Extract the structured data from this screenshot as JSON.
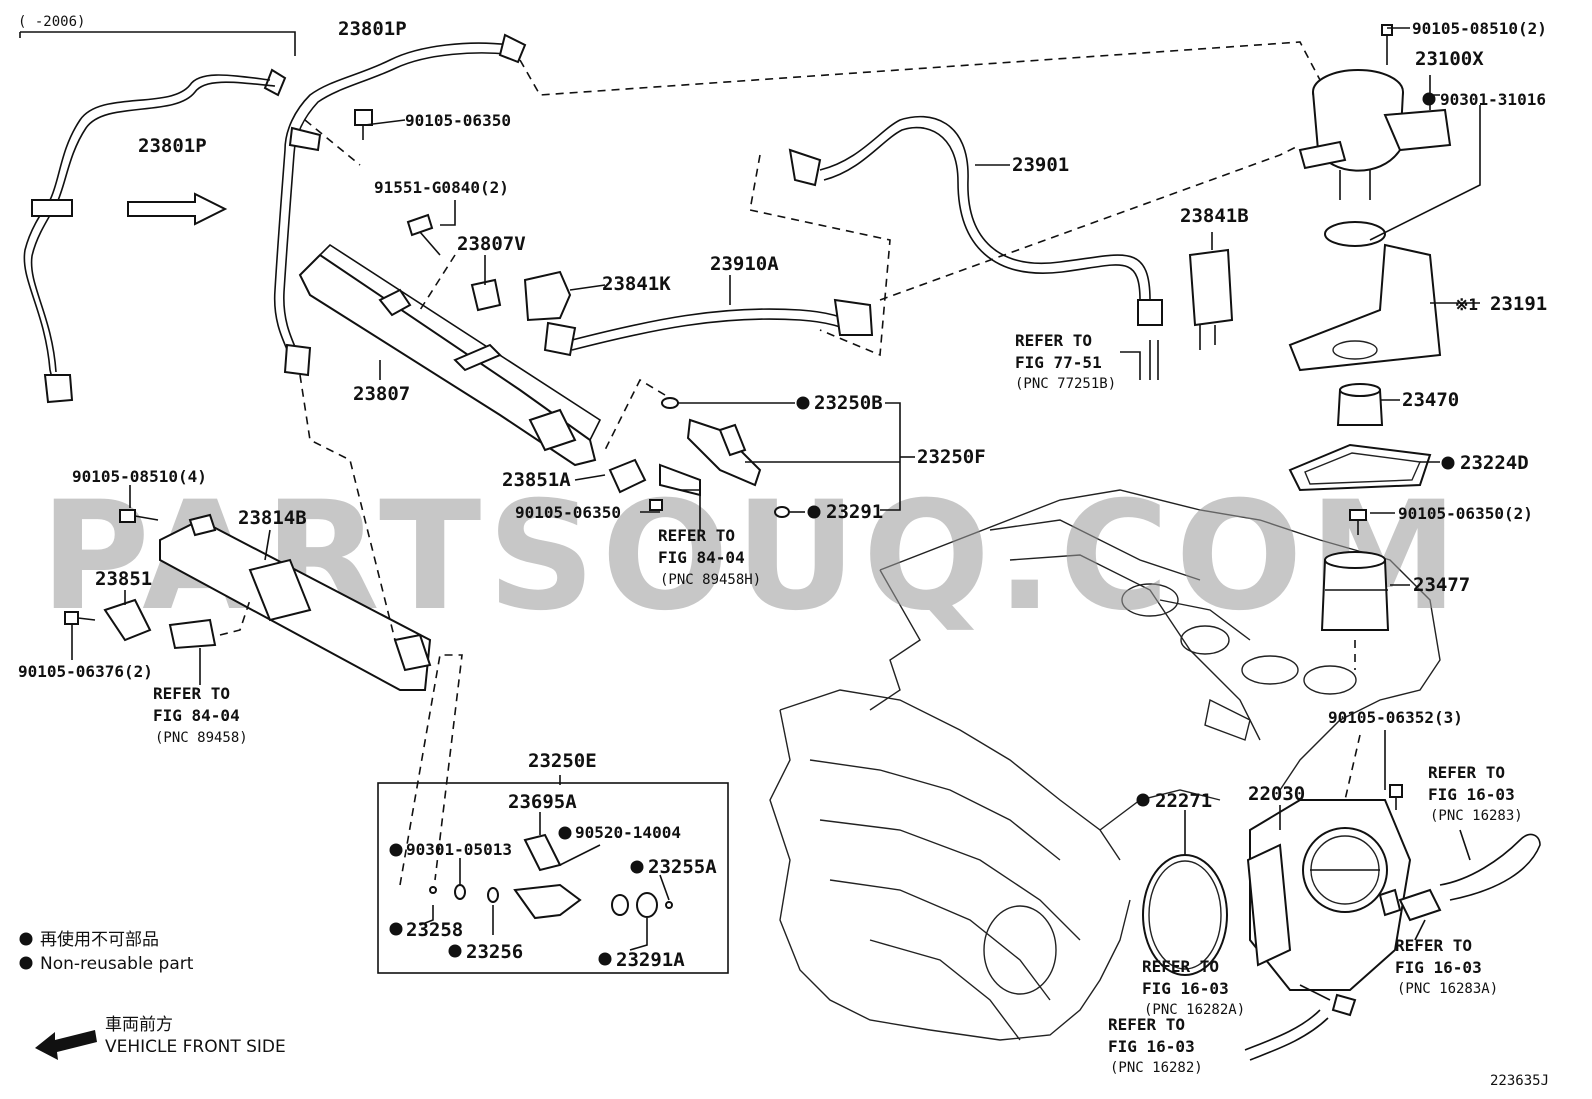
{
  "watermark": "PARTSOUQ.COM",
  "figure_id": "223635J",
  "date_range": "(     -2006)",
  "parts": {
    "p23801P_a": "23801P",
    "p23801P_b": "23801P",
    "p90105_06350_top": "90105-06350",
    "p91551": "91551-G0840(2)",
    "p23807V": "23807V",
    "p23807": "23807",
    "p23841K": "23841K",
    "p23910A": "23910A",
    "p23901": "23901",
    "p90105_08510_2": "90105-08510(2)",
    "p23100X": "23100X",
    "p90301_31016": "90301-31016",
    "p23841B": "23841B",
    "p23191": "23191",
    "p23191_mark": "※1",
    "p23470": "23470",
    "p23224D": "23224D",
    "p90105_06350_2": "90105-06350(2)",
    "p23477": "23477",
    "p23250B": "23250B",
    "p23250F": "23250F",
    "p23291": "23291",
    "p23851A": "23851A",
    "p90105_06350_mid": "90105-06350",
    "p90105_08510_4": "90105-08510(4)",
    "p23814B": "23814B",
    "p23851": "23851",
    "p90105_06376": "90105-06376(2)",
    "p90105_06352": "90105-06352(3)",
    "p22271": "22271",
    "p22030": "22030",
    "p23250E": "23250E",
    "p23695A": "23695A",
    "p90301_05013": "90301-05013",
    "p90520_14004": "90520-14004",
    "p23255A": "23255A",
    "p23258": "23258",
    "p23256": "23256",
    "p23291A": "23291A"
  },
  "refs": [
    {
      "line1": "REFER TO",
      "line2": "FIG 77-51",
      "pnc": "(PNC 77251B)"
    },
    {
      "line1": "REFER TO",
      "line2": "FIG 84-04",
      "pnc": "(PNC 89458H)"
    },
    {
      "line1": "REFER TO",
      "line2": "FIG 84-04",
      "pnc": "(PNC 89458)"
    },
    {
      "line1": "REFER TO",
      "line2": "FIG 16-03",
      "pnc": "(PNC 16283)"
    },
    {
      "line1": "REFER TO",
      "line2": "FIG 16-03",
      "pnc": "(PNC 16283A)"
    },
    {
      "line1": "REFER TO",
      "line2": "FIG 16-03",
      "pnc": "(PNC 16282A)"
    },
    {
      "line1": "REFER TO",
      "line2": "FIG 16-03",
      "pnc": "(PNC 16282)"
    }
  ],
  "legend": {
    "jp": "再使用不可部品",
    "en": "Non-reusable part"
  },
  "front": {
    "jp": "車両前方",
    "en": "VEHICLE FRONT SIDE"
  }
}
